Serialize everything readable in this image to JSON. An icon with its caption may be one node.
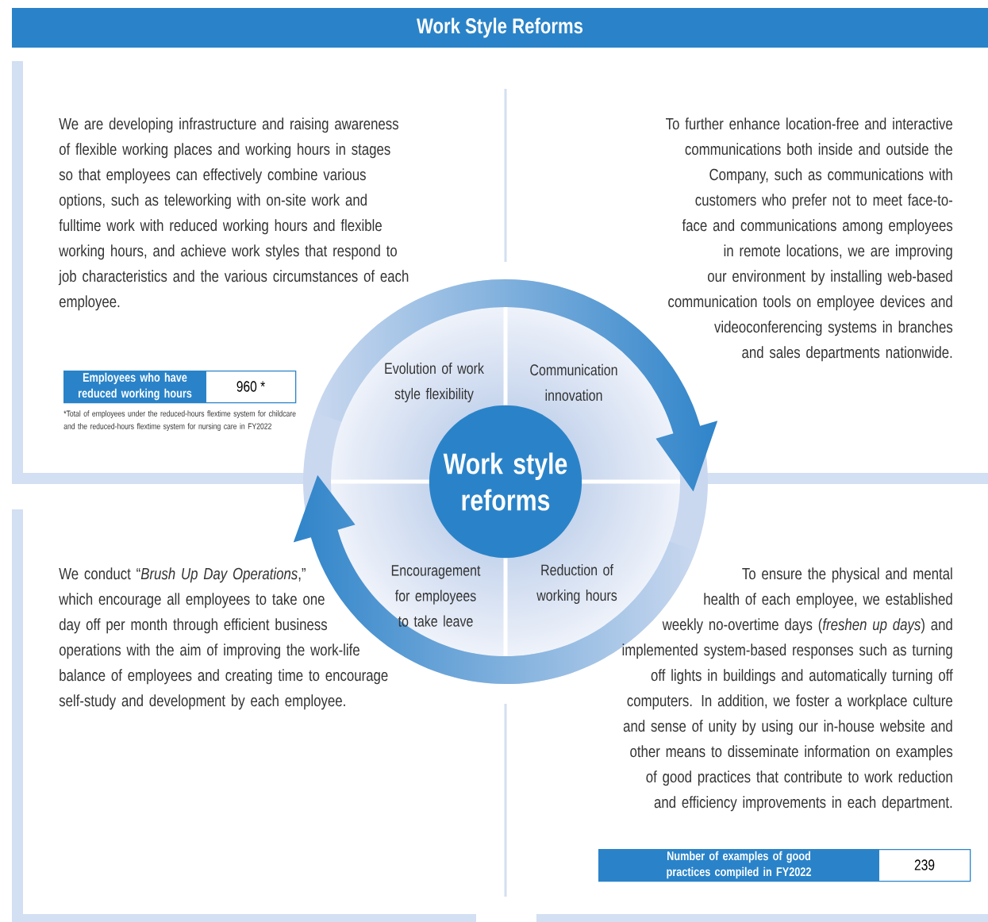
{
  "diagram": {
    "title": "Work Style Reforms",
    "nodes": [
      {
        "text": [
          "Work style reforms"
        ]
      },
      {
        "text": [
          "Evolution of work style flexibility"
        ]
      },
      {
        "text": [
          "Communication innovation"
        ]
      },
      {
        "text": [
          "Encouragement for employees to take leave"
        ]
      },
      {
        "text": [
          "Reduction of working hours"
        ]
      },
      {
        "text": [
          "Employees who have reduced working hours",
          "960 *"
        ],
        "beside": [
          "*Total of employees under the reduced-hours flextime system for childcare and the reduced-hours flextime system for nursing care in FY2022"
        ]
      },
      {
        "text": [
          "Number of examples of good practices compiled in FY2022",
          "239"
        ]
      }
    ],
    "labels": [
      "We are developing infrastructure and raising awareness of flexible working places and working hours in stages so that employees can effectively combine various options, such as teleworking with on-site work and fulltime work with reduced working hours and flexible working hours, and achieve work styles that respond to job characteristics and the various circumstances of each employee.",
      "To further enhance location-free and interactive communications both inside and outside the Company, such as communications with customers who prefer not to meet face-to-face and communications among employees in remote locations, we are improving our environment by installing web-based communication tools on employee devices and videoconferencing systems in branches and sales departments nationwide.",
      "We conduct “*Brush Up Day Operations*,” which encourage all employees to take one day off per month through efficient business operations with the aim of improving the work-life balance of employees and creating time to encourage self-study and development by each employee.",
      "To ensure the physical and mental health of each employee, we established weekly no-overtime days (*freshen up days*) and implemented system-based responses such as turning off lights in buildings and automatically turning off computers. In addition, we foster a workplace culture and sense of unity by using our in-house website and other means to disseminate information on examples of good practices that contribute to work reduction and efficiency improvements in each department."
    ]
  }
}
